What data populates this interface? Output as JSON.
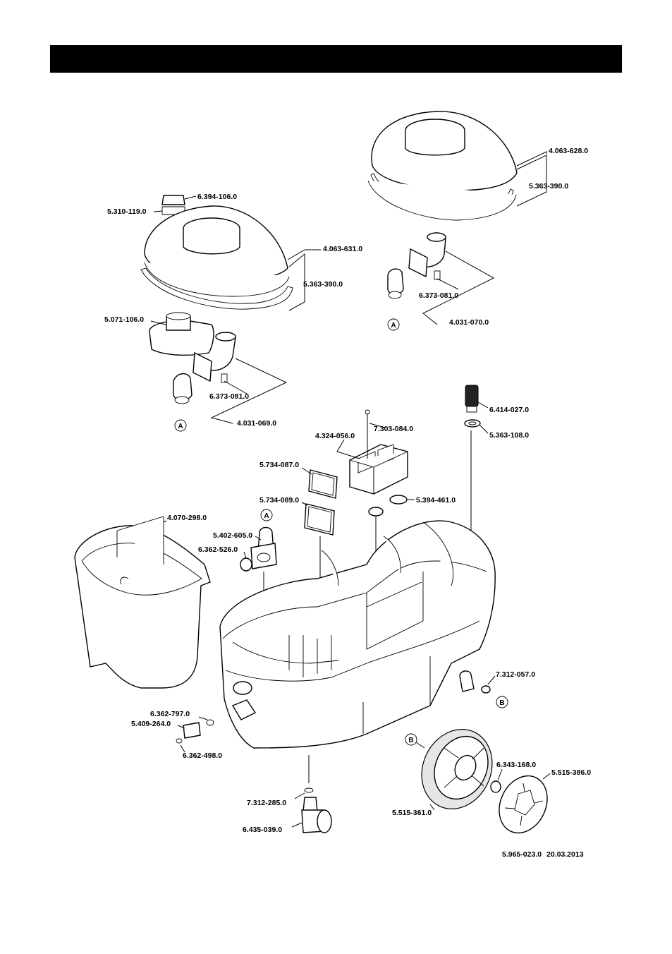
{
  "parts": {
    "p4063628": "4.063-628.0",
    "p5363390a": "5.363-390.0",
    "p6394106": "6.394-106.0",
    "p5310119": "5.310-119.0",
    "p4063631": "4.063-631.0",
    "p5363390b": "5.363-390.0",
    "p6373081a": "6.373-081.0",
    "p4031070": "4.031-070.0",
    "p5071106": "5.071-106.0",
    "p6373081b": "6.373-081.0",
    "p4031069": "4.031-069.0",
    "p6414027": "6.414-027.0",
    "p7303084": "7.303-084.0",
    "p4324056": "4.324-056.0",
    "p5363108": "5.363-108.0",
    "p5734087": "5.734-087.0",
    "p5734089": "5.734-089.0",
    "p5394461": "5.394-461.0",
    "p4070298": "4.070-298.0",
    "p5402605": "5.402-605.0",
    "p6362526": "6.362-526.0",
    "p7312057": "7.312-057.0",
    "p6362797": "6.362-797.0",
    "p5409264": "5.409-264.0",
    "p6362498": "6.362-498.0",
    "p6343168": "6.343-168.0",
    "p5515386": "5.515-386.0",
    "p7312285": "7.312-285.0",
    "p5515361": "5.515-361.0",
    "p6435039": "6.435-039.0"
  },
  "refs": {
    "a": "A",
    "b": "B"
  },
  "footer": {
    "doc_number": "5.965-023.0",
    "date": "20.03.2013"
  }
}
